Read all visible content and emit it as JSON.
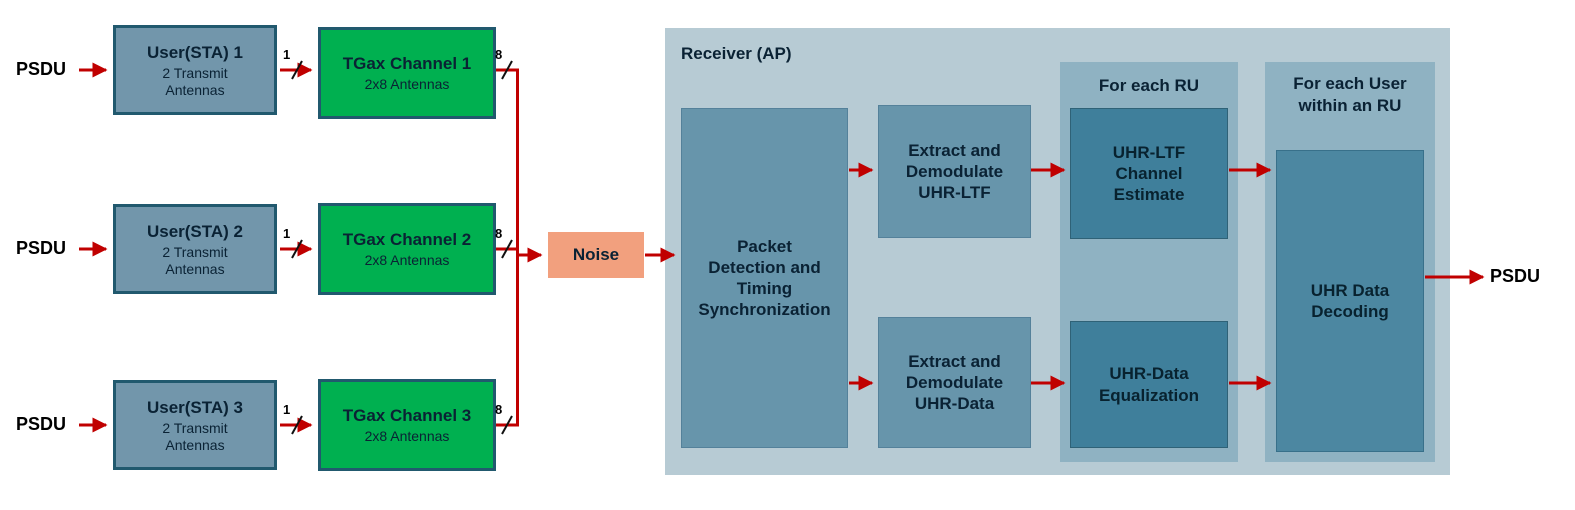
{
  "colors": {
    "arrow_red": "#C00000",
    "sta_fill": "#7296AB",
    "sta_border": "#21596E",
    "channel_green": "#00B050",
    "noise_fill": "#F2A07E",
    "receiver_bg": "#B7CBD4",
    "inner_blue": "#6795AB",
    "group_bg": "#8FB2C2",
    "estimate_fill": "#3F7F9B",
    "decode_fill": "#4C87A1",
    "text_dark": "#0A2234"
  },
  "tx_rows": [
    {
      "input": "PSDU",
      "sta_title": "User(STA) 1",
      "sta_subtitle": "2 Transmit Antennas",
      "wire_in": "1",
      "channel_title": "TGax Channel 1",
      "channel_subtitle": "2x8 Antennas",
      "wire_out": "8"
    },
    {
      "input": "PSDU",
      "sta_title": "User(STA) 2",
      "sta_subtitle": "2 Transmit Antennas",
      "wire_in": "1",
      "channel_title": "TGax Channel 2",
      "channel_subtitle": "2x8 Antennas",
      "wire_out": "8"
    },
    {
      "input": "PSDU",
      "sta_title": "User(STA) 3",
      "sta_subtitle": "2 Transmit Antennas",
      "wire_in": "1",
      "channel_title": "TGax Channel 3",
      "channel_subtitle": "2x8 Antennas",
      "wire_out": "8"
    }
  ],
  "noise_label": "Noise",
  "receiver": {
    "title": "Receiver (AP)",
    "packet_detection_label": "Packet Detection and Timing Synchronization",
    "extract_ltf_label": "Extract and Demodulate UHR-LTF",
    "extract_data_label": "Extract and Demodulate UHR-Data",
    "ru_group_title": "For each RU",
    "channel_estimate_label": "UHR-LTF Channel Estimate",
    "equalization_label": "UHR-Data Equalization",
    "user_group_title": "For each User within an RU",
    "decoding_label": "UHR Data Decoding"
  },
  "output_label": "PSDU"
}
